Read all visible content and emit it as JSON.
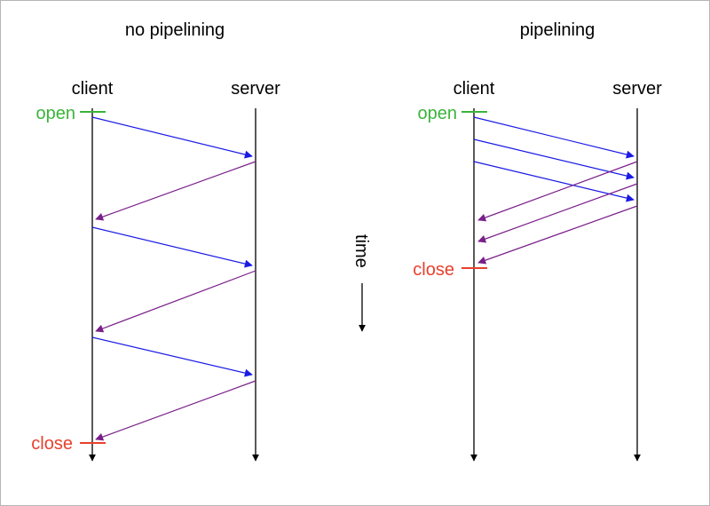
{
  "colors": {
    "request": "#1a1ae6",
    "response": "#7a1f8a",
    "open": "#3ab43a",
    "close": "#e8402d",
    "axis": "#000000"
  },
  "panels": [
    {
      "id": "no-pipelining",
      "title": "no pipelining",
      "client_label": "client",
      "server_label": "server",
      "open_label": "open",
      "close_label": "close",
      "request_count": 3,
      "response_count": 3
    },
    {
      "id": "pipelining",
      "title": "pipelining",
      "client_label": "client",
      "server_label": "server",
      "open_label": "open",
      "close_label": "close",
      "request_count": 3,
      "response_count": 3
    }
  ],
  "time_axis": {
    "label": "time"
  }
}
